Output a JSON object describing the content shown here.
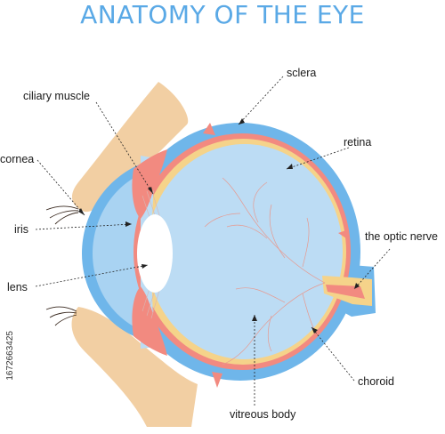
{
  "title": "ANATOMY OF THE EYE",
  "labels": {
    "sclera": "sclera",
    "ciliary_muscle": "ciliary muscle",
    "retina": "retina",
    "cornea": "cornea",
    "iris": "iris",
    "optic_nerve": "the optic nerve",
    "lens": "lens",
    "choroid": "choroid",
    "vitreous_body": "vitreous body"
  },
  "watermark": "1672663425",
  "colors": {
    "title": "#5aa9e6",
    "sclera": "#6fb6ea",
    "choroid": "#f28a80",
    "retina": "#f5d38a",
    "vitreous": "#bcdcf4",
    "eyelid": "#f2cfa3",
    "lens": "#ffffff"
  }
}
